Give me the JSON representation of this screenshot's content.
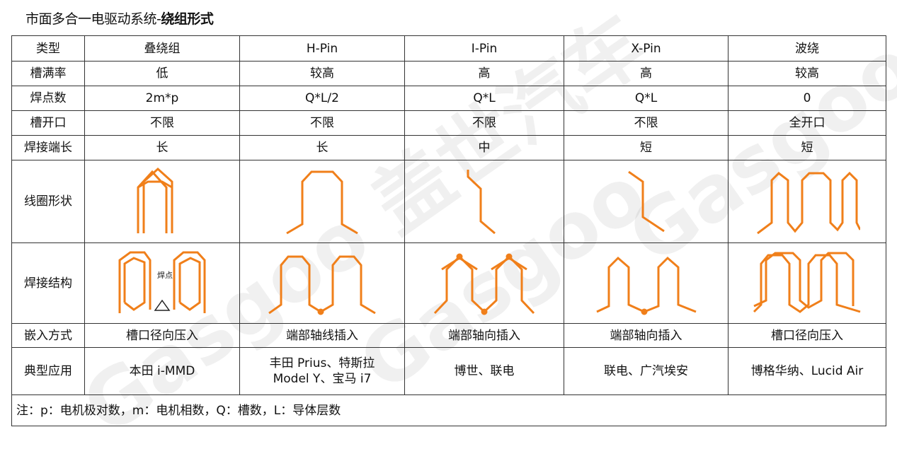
{
  "title": {
    "normal": "市面多合一电驱动系统-",
    "bold": "绕组形式"
  },
  "watermark": "Gasgoo 盖世汽车",
  "accent_color": "#f07f1a",
  "columns": [
    "类型",
    "叠绕组",
    "H-Pin",
    "I-Pin",
    "X-Pin",
    "波绕"
  ],
  "rows": [
    {
      "label": "槽满率",
      "values": [
        "低",
        "较高",
        "高",
        "高",
        "较高"
      ]
    },
    {
      "label": "焊点数",
      "values": [
        "2m*p",
        "Q*L/2",
        "Q*L",
        "Q*L",
        "0"
      ]
    },
    {
      "label": "槽开口",
      "values": [
        "不限",
        "不限",
        "不限",
        "不限",
        "全开口"
      ]
    },
    {
      "label": "焊接端长",
      "values": [
        "长",
        "长",
        "中",
        "短",
        "短"
      ]
    }
  ],
  "coil_shape_label": "线圈形状",
  "weld_structure_label": "焊接结构",
  "weld_point_label": "焊点",
  "embed": {
    "label": "嵌入方式",
    "values": [
      "槽口径向压入",
      "端部轴线插入",
      "端部轴向插入",
      "端部轴向插入",
      "槽口径向压入"
    ]
  },
  "apps": {
    "label": "典型应用",
    "values": [
      "本田 i-MMD",
      "丰田 Prius、特斯拉",
      "博世、联电",
      "联电、广汽埃安",
      "博格华纳、Lucid Air"
    ],
    "hpin_line2": "Model Y、宝马 i7"
  },
  "note": "注：p：电机极对数，m：电机相数，Q：槽数，L：导体层数"
}
